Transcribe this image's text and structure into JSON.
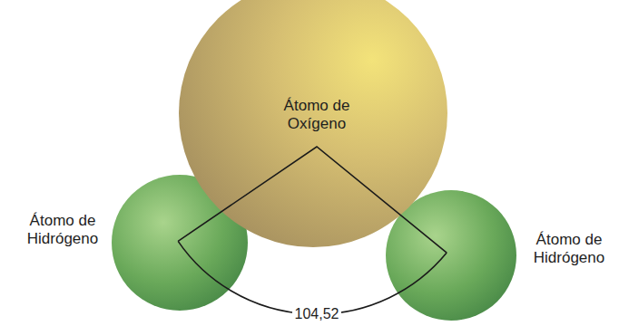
{
  "diagram": {
    "nodes": [
      {
        "text": [
          "Átomo de Oxígeno"
        ]
      },
      {
        "text": [
          "Átomo de Hidrógeno"
        ]
      },
      {
        "text": [
          "Átomo de Hidrógeno"
        ]
      }
    ],
    "labels": [
      "104,52"
    ]
  }
}
